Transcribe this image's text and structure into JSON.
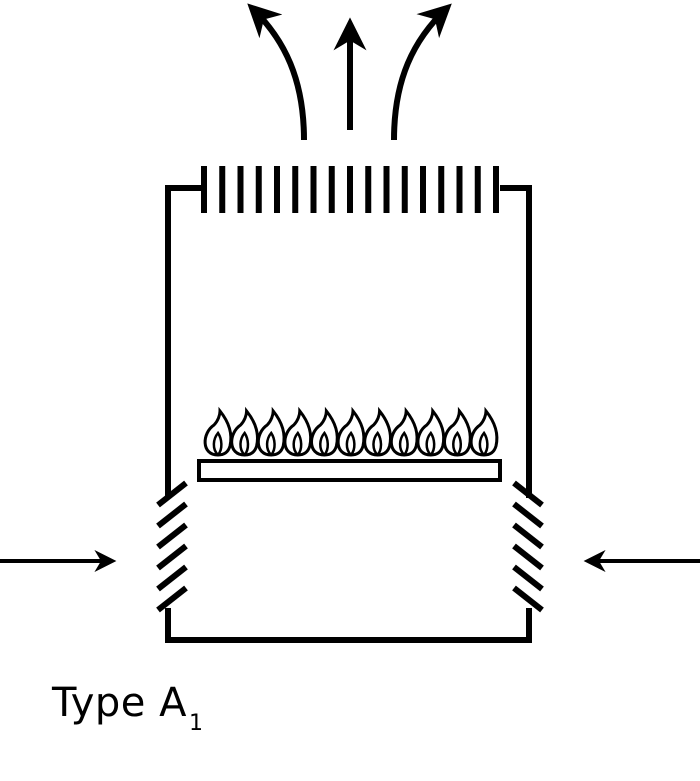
{
  "caption": {
    "main": "Type A",
    "subscript": "1"
  },
  "colors": {
    "stroke": "#000000",
    "background": "#ffffff"
  },
  "components": {
    "burner_flames": 11,
    "flue_fins": 17,
    "left_inlet_louvers": 6,
    "right_inlet_louvers": 6
  }
}
